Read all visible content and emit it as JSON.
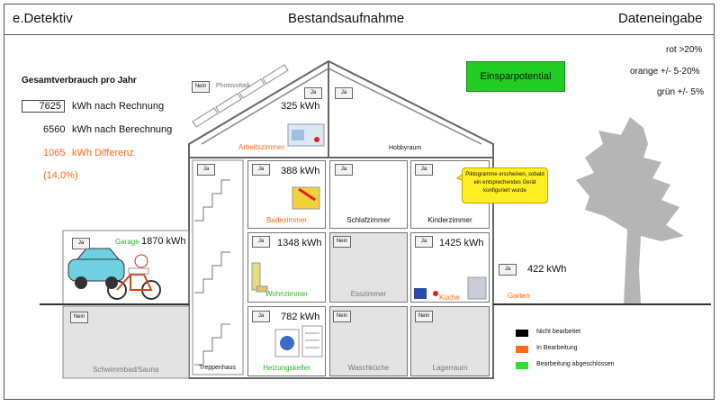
{
  "header": {
    "app_name": "e.Detektiv",
    "title": "Bestandsaufnahme",
    "right_label": "Dateneingabe"
  },
  "thresholds": [
    "rot >20%",
    "orange +/- 5-20%",
    "grün +/- 5%"
  ],
  "consumption": {
    "title": "Gesamtverbrauch pro Jahr",
    "invoice_value": "7625",
    "invoice_label": "kWh nach Rechnung",
    "calc_value": "6560",
    "calc_label": "kWh nach Berechnung",
    "diff_value": "1065",
    "diff_label": "kWh Differenz",
    "diff_percent": "(14,0%)"
  },
  "savings_button": "Einsparpotential",
  "photovoltaik": {
    "toggle": "Nein",
    "label": "Photovoltaik"
  },
  "tooltip": "Piktogramme erscheinen, sobald ein entsprechendes Gerät konfiguriert wurde",
  "rooms": {
    "arbeitszimmer": {
      "toggle": "Ja",
      "kwh": "325 kWh",
      "label": "Arbeitszimmer"
    },
    "hobbyraum": {
      "toggle": "Ja",
      "label": "Hobbyraum"
    },
    "treppenhaus": {
      "toggle": "Ja",
      "label": "Treppenhaus"
    },
    "badezimmer": {
      "toggle": "Ja",
      "kwh": "388 kWh",
      "label": "Badezimmer"
    },
    "schlafzimmer": {
      "toggle": "Ja",
      "label": "Schlafzimmer"
    },
    "kinderzimmer": {
      "toggle": "Ja",
      "label": "Kinderzimmer"
    },
    "garage": {
      "toggle": "Ja",
      "kwh": "1870 kWh",
      "label": "Garage"
    },
    "wohnzimmer": {
      "toggle": "Ja",
      "kwh": "1348 kWh",
      "label": "Wohnzimmer"
    },
    "esszimmer": {
      "toggle": "Nein",
      "label": "Esszimmer"
    },
    "kueche": {
      "toggle": "Ja",
      "kwh": "1425 kWh",
      "label": "Küche"
    },
    "garten": {
      "toggle": "Ja",
      "kwh": "422 kWh",
      "label": "Garten"
    },
    "schwimmbad": {
      "toggle": "Nein",
      "label": "Schwimmbad/Sauna"
    },
    "heizungskeller": {
      "toggle": "Ja",
      "kwh": "782 kWh",
      "label": "Heizungskeller"
    },
    "waschkueche": {
      "toggle": "Nein",
      "label": "Waschküche"
    },
    "lagerraum": {
      "toggle": "Nein",
      "label": "Lagerraum"
    }
  },
  "legend": [
    {
      "label": "Nicht bearbeitet",
      "color": "#000000"
    },
    {
      "label": "In Bearbeitung",
      "color": "#ff6a1a"
    },
    {
      "label": "Bearbeitung abgeschlossen",
      "color": "#33dd33"
    }
  ],
  "colors": {
    "orange": "#ff6a1a",
    "green": "#2fb52f",
    "gray_room": "#e3e3e3",
    "button_green": "#22cc22"
  }
}
